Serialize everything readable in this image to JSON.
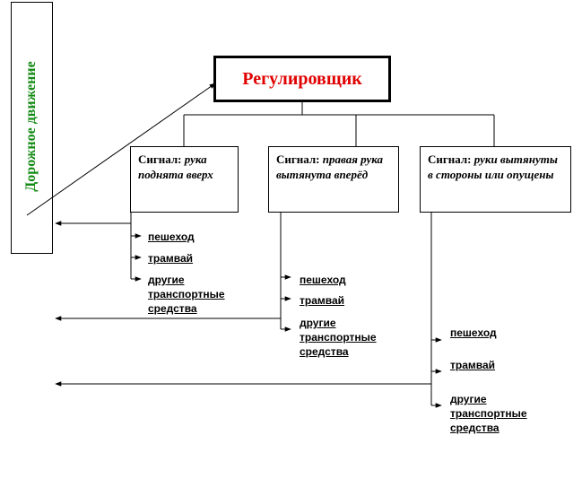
{
  "side_title": "Дорожное движение",
  "main_title": "Регулировщик",
  "signals": [
    {
      "label": "Сигнал:",
      "desc": "рука поднята вверх"
    },
    {
      "label": "Сигнал:",
      "desc": "правая рука вытянута вперёд"
    },
    {
      "label": "Сигнал:",
      "desc": "руки вытянуты в стороны или опущены"
    }
  ],
  "groups": [
    {
      "items": [
        "пешеход",
        "трамвай",
        "другие транспортные средства"
      ]
    },
    {
      "items": [
        "пешеход",
        "трамвай",
        "другие транспортные средства"
      ]
    },
    {
      "items": [
        "пешеход",
        "трамвай",
        "другие транспортные средства"
      ]
    }
  ],
  "colors": {
    "side_title": "#138a13",
    "main_title": "#e00000",
    "lines": "#000000"
  }
}
